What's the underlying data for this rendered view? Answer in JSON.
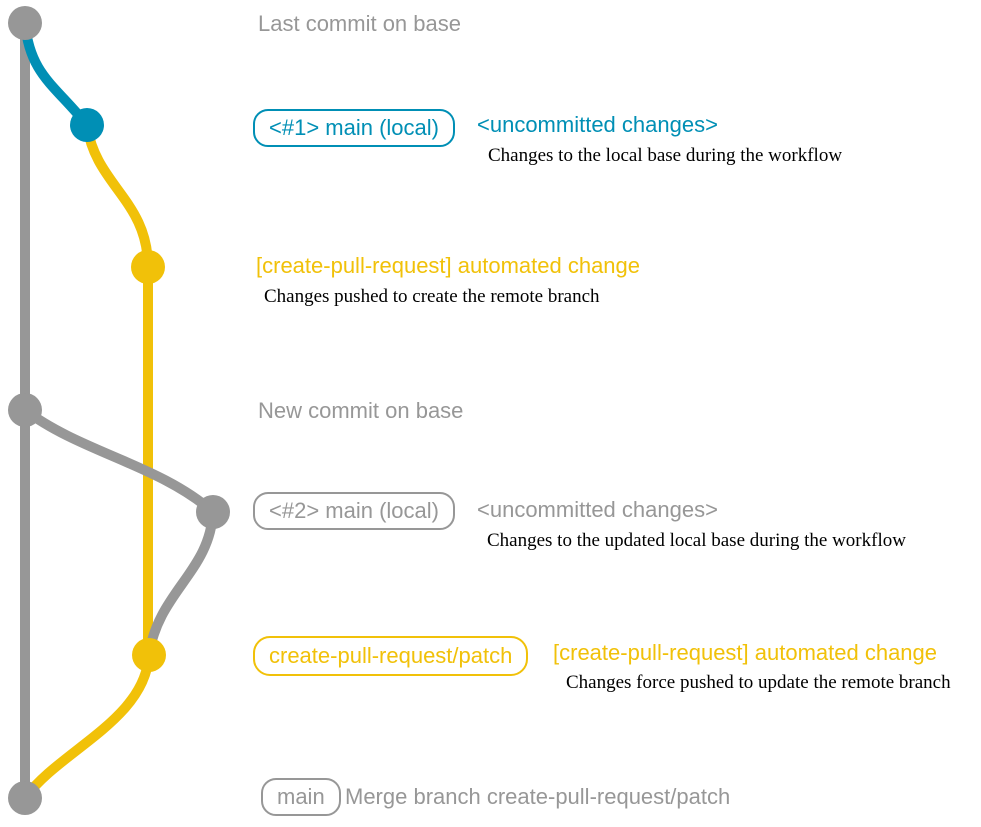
{
  "colors": {
    "gray": "#979797",
    "blue": "#008fb5",
    "yellow": "#f1c109",
    "note_text": "#000000",
    "background": "#ffffff"
  },
  "annotations": {
    "last_commit_message": "Last commit on base",
    "step1": {
      "branch_label": "<#1> main (local)",
      "commit_message": "<uncommitted changes>",
      "note": "Changes to the local base during the workflow"
    },
    "step2": {
      "commit_message": "[create-pull-request] automated change",
      "note": "Changes pushed to create the remote branch"
    },
    "new_commit_message": "New commit on base",
    "step3": {
      "branch_label": "<#2> main (local)",
      "commit_message": "<uncommitted changes>",
      "note": "Changes to the updated local base during the workflow"
    },
    "step4": {
      "branch_label": "create-pull-request/patch",
      "commit_message": "[create-pull-request] automated change",
      "note": "Changes force pushed to update the remote branch"
    },
    "merge": {
      "branch_label": "main",
      "commit_message": "Merge branch create-pull-request/patch"
    }
  }
}
